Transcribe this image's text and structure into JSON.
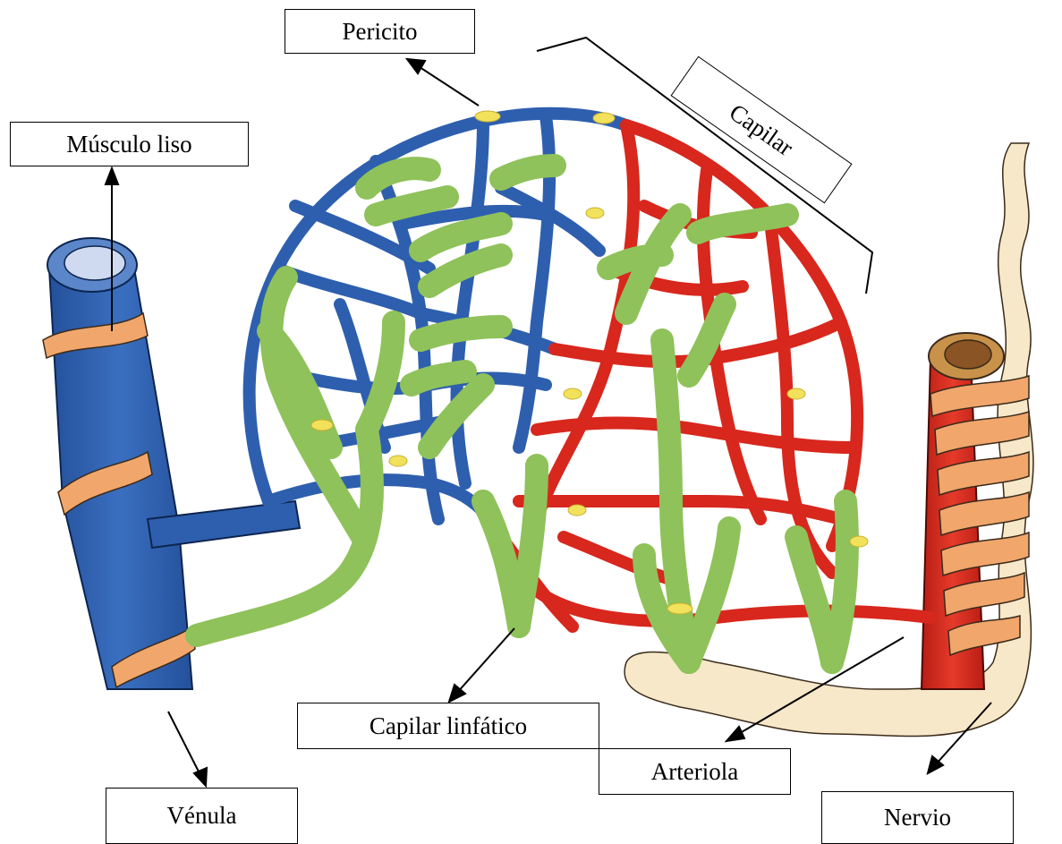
{
  "labels": {
    "pericito": "Pericito",
    "musculo_liso": "Músculo liso",
    "capilar": "Capilar",
    "capilar_linfatico": "Capilar linfático",
    "arteriola": "Arteriola",
    "venula": "Vénula",
    "nervio": "Nervio"
  },
  "colors": {
    "venous_blue": "#2e5fae",
    "arterial_red": "#d8271d",
    "lymphatic_green": "#8fc25a",
    "smooth_muscle": "#f1a66c",
    "nerve": "#f6e8c8",
    "pericyte": "#f2e15a"
  }
}
